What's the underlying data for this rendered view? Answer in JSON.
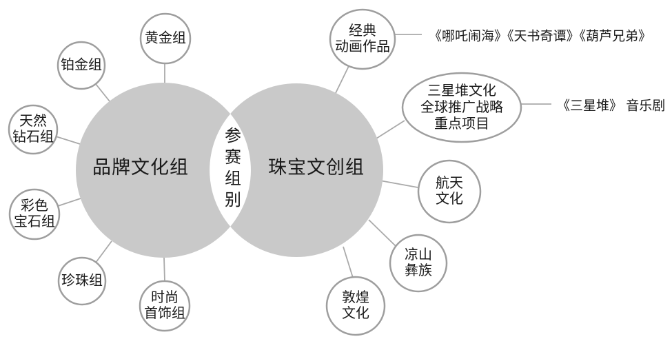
{
  "venn": {
    "left_label": "品牌文化组",
    "right_label": "珠宝文创组",
    "center_label": "参赛组别"
  },
  "brand_culture_nodes": {
    "gold": {
      "label": "黄金组"
    },
    "platinum": {
      "label": "铂金组"
    },
    "natural_diamond": {
      "label": "天然\n钻石组"
    },
    "colored_gemstone": {
      "label": "彩色\n宝石组"
    },
    "pearl": {
      "label": "珍珠组"
    },
    "fashion_jewelry": {
      "label": "时尚\n首饰组"
    }
  },
  "jewelry_cultural_nodes": {
    "classic_animation": {
      "label": "经典\n动画作品",
      "annotation": "《哪吒闹海》《天书奇谭》《葫芦兄弟》"
    },
    "sanxingdui": {
      "label": "三星堆文化\n全球推广战略\n重点项目",
      "annotation": "《三星堆》 音乐剧"
    },
    "aerospace": {
      "label": "航天\n文化"
    },
    "liangshan_yi": {
      "label": "凉山\n彝族"
    },
    "dunhuang": {
      "label": "敦煌\n文化"
    }
  },
  "colors": {
    "background": "#ffffff",
    "venn_fill": "#c9c9c9",
    "intersection_fill": "#ffffff",
    "node_fill": "#ffffff",
    "node_border": "#9e9e9e",
    "connector": "#a9a9a9",
    "text": "#1a1a1a"
  }
}
